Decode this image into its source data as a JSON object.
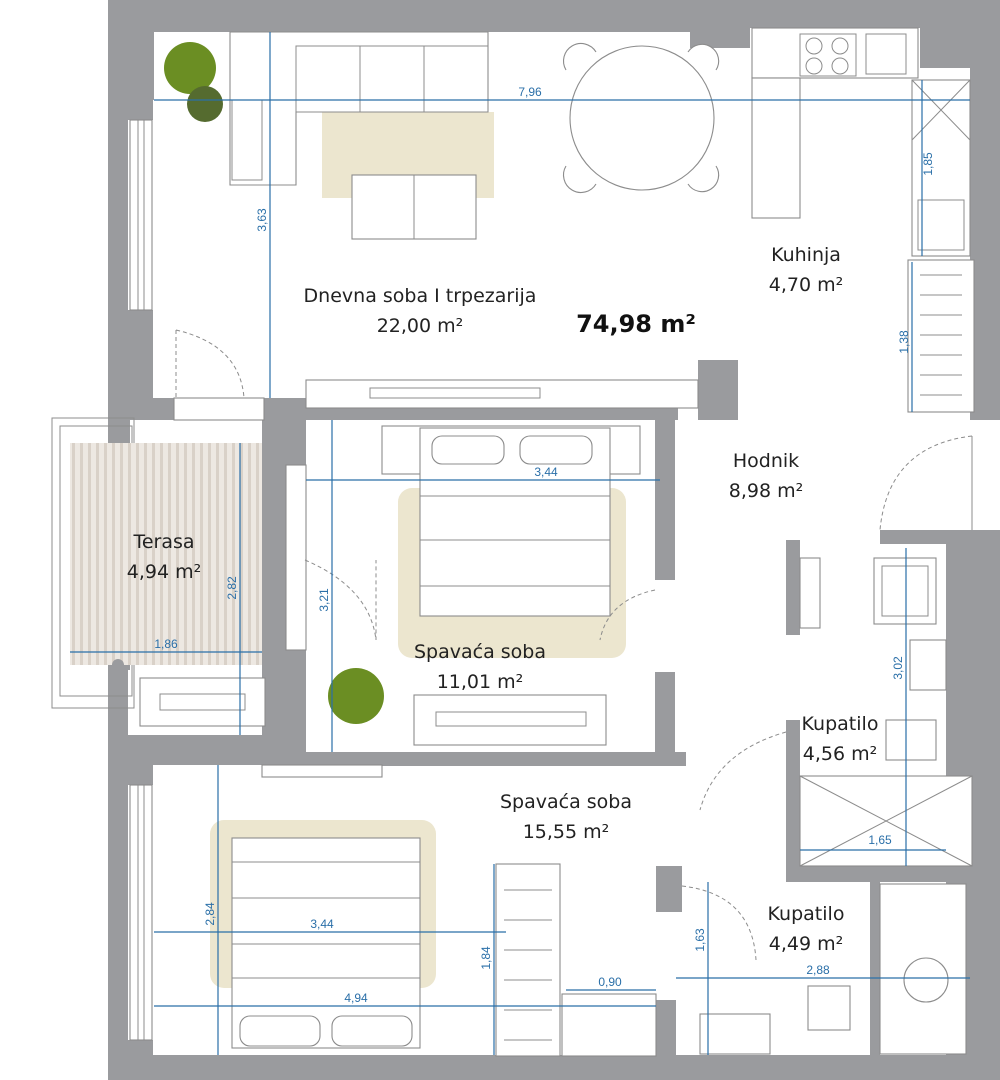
{
  "total_area": "74,98 m²",
  "rooms": {
    "living": {
      "name": "Dnevna soba I trpezarija",
      "area": "22,00 m²"
    },
    "kitchen": {
      "name": "Kuhinja",
      "area": "4,70 m²"
    },
    "hall": {
      "name": "Hodnik",
      "area": "8,98 m²"
    },
    "terrace": {
      "name": "Terasa",
      "area": "4,94 m²"
    },
    "bedroom1": {
      "name": "Spavaća soba",
      "area": "11,01 m²"
    },
    "bath1": {
      "name": "Kupatilo",
      "area": "4,56 m²"
    },
    "bedroom2": {
      "name": "Spavaća soba",
      "area": "15,55 m²"
    },
    "bath2": {
      "name": "Kupatilo",
      "area": "4,49 m²"
    }
  },
  "dimensions": {
    "living_width": "7,96",
    "living_depth": "3,63",
    "kitchen_counter": "1,85",
    "kitchen_wardrobe": "1,38",
    "bedroom1_width": "3,44",
    "bedroom1_depth": "3,21",
    "terrace_depth": "2,82",
    "terrace_width": "1,86",
    "bath1_depth": "3,02",
    "bath1_width": "1,65",
    "bedroom2_depth": "2,84",
    "bedroom2_width": "3,44",
    "bedroom2_full_width": "4,94",
    "wardrobe_depth": "1,84",
    "closet_width": "0,90",
    "bath2_depth": "1,63",
    "bath2_width": "2,88"
  },
  "colors": {
    "wall": "#9a9b9e",
    "dimension": "#2a6fa8",
    "rug": "#ece6cf",
    "terrace_floor": "#ddd6cf"
  }
}
